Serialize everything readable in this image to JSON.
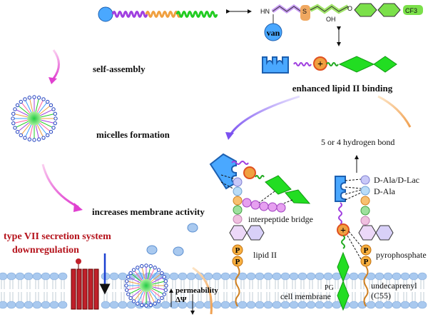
{
  "labels": {
    "self_assembly": "self-assembly",
    "micelles_formation": "micelles formation",
    "increases_membrane_activity": "increases membrane activity",
    "t7ss_line1": "type VII secretion system",
    "t7ss_line2": "downregulation",
    "enhanced_binding": "enhanced lipid II binding",
    "hydrogen_bond": "5 or 4 hydrogen bond",
    "d_ala_d_lac": "D-Ala/D-Lac",
    "d_ala": "D-Ala",
    "interpeptide_bridge": "interpeptide bridge",
    "lipid_ii": "lipid II",
    "pyrophosphate": "pyrophosphate",
    "undecaprenyl": "undecaprenyl",
    "c55": "(C55)",
    "pg": "PG",
    "cell_membrane": "cell membrane",
    "permeability": "permeability",
    "delta_psi": "ΔΨ",
    "van": "van",
    "hn": "HN",
    "s_plus": "S",
    "oh": "OH",
    "o": "O",
    "cf3": "CF3",
    "phosphate": "P",
    "plus": "+"
  },
  "colors": {
    "hydrophobic_green": "#22cc22",
    "linker_purple": "#a040e0",
    "sulfonium_orange": "#f0a040",
    "vancomycin_blue": "#3399ff",
    "membrane_head": "#a9c9ef",
    "t7ss_red": "#b5121b"
  }
}
